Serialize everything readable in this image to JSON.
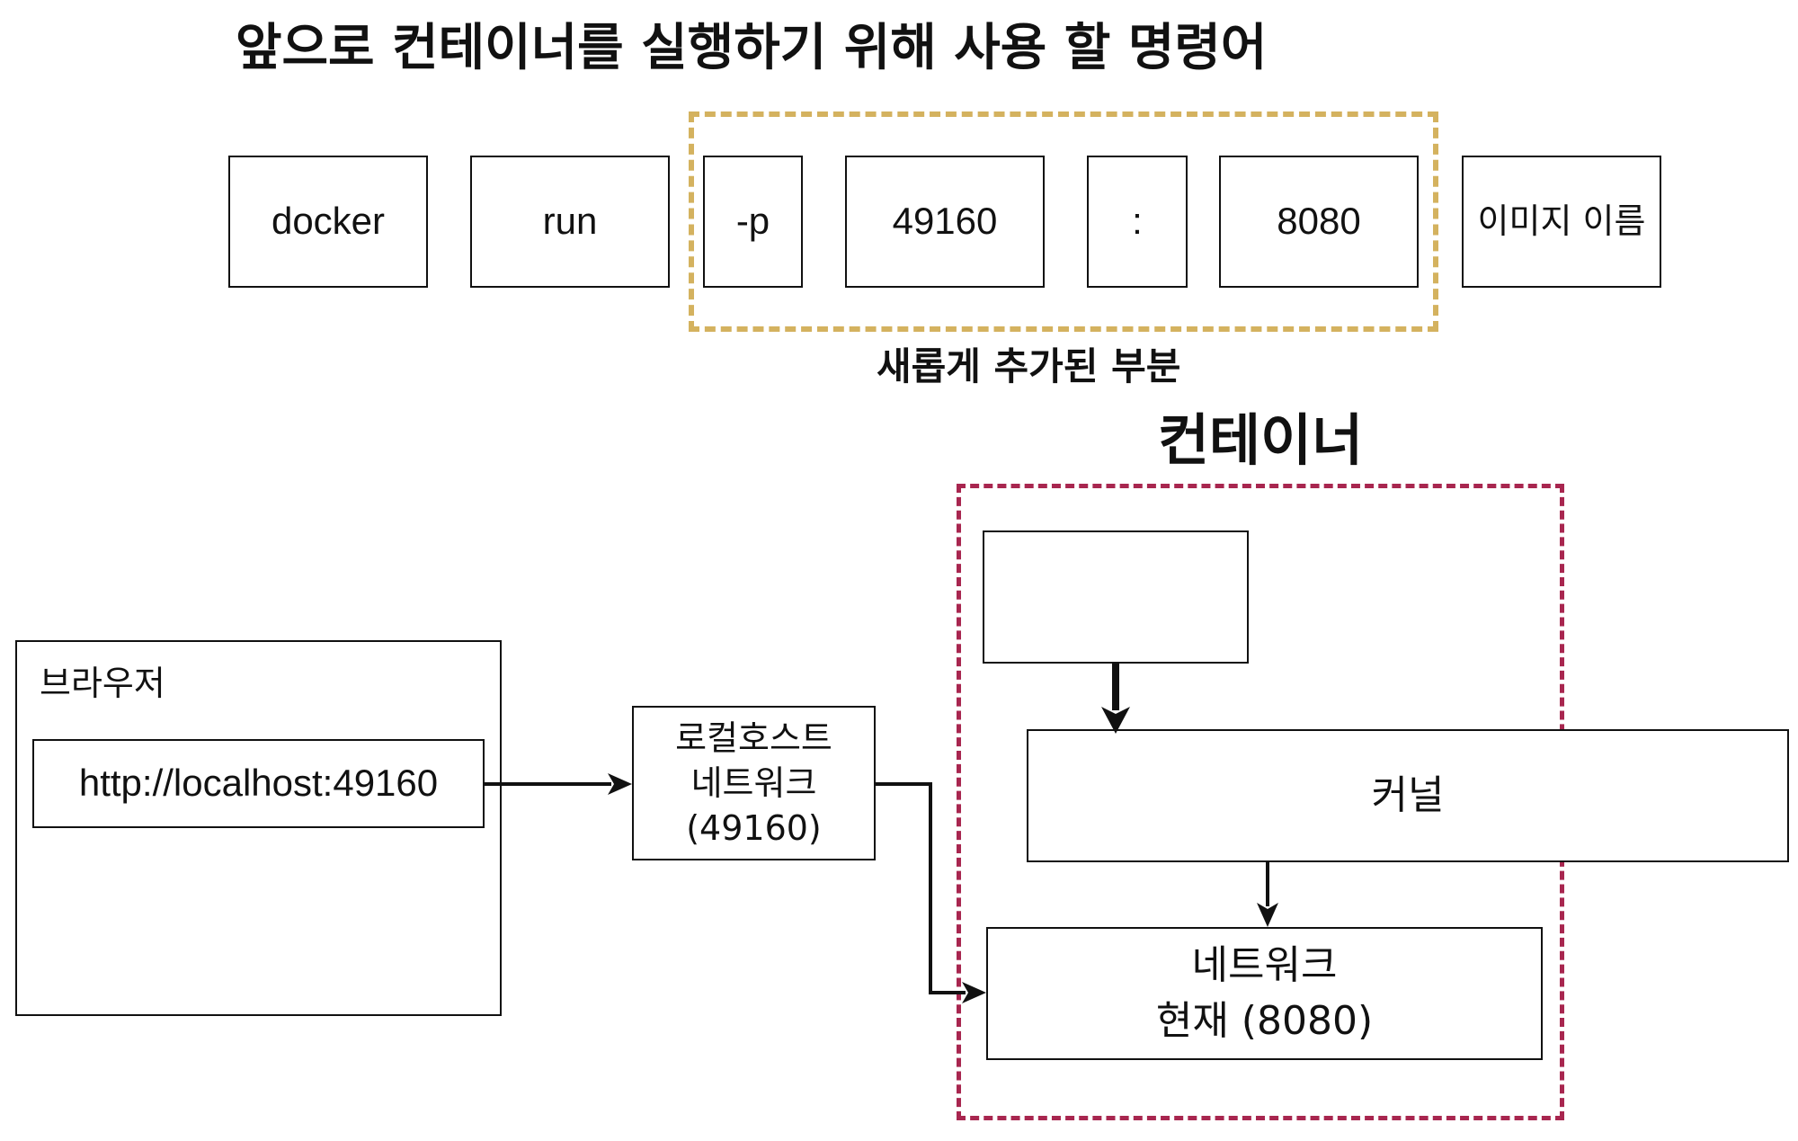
{
  "title": "앞으로 컨테이너를 실행하기 위해 사용 할 명령어",
  "command": {
    "parts": [
      "docker",
      "run",
      "-p",
      "49160",
      ":",
      "8080",
      "이미지 이름"
    ],
    "new_part_caption": "새롭게 추가된 부분"
  },
  "container_title": "컨테이너",
  "browser": {
    "label": "브라우저",
    "url": "http://localhost:49160"
  },
  "localhost_network": {
    "line1": "로컬호스트",
    "line2": "네트워크",
    "line3": "(49160)"
  },
  "app_box": "",
  "kernel": "커널",
  "container_network": {
    "line1": "네트워크",
    "line2": "현재 (8080)"
  },
  "colors": {
    "new_part_border": "#d4b25f",
    "container_border": "#a8264f"
  }
}
